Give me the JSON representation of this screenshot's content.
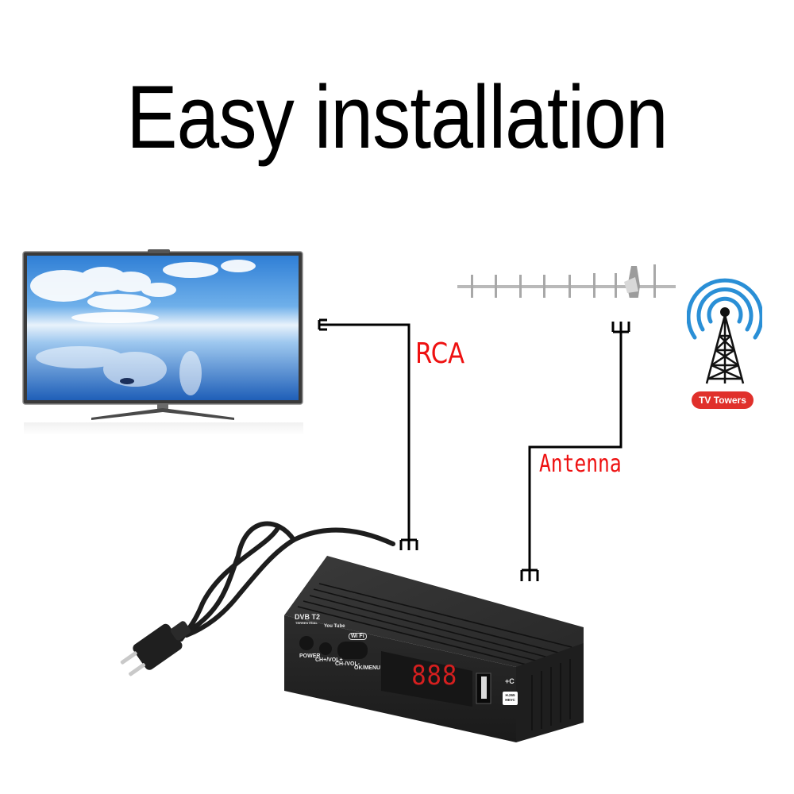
{
  "title": "Easy installation",
  "labels": {
    "rca": "RCA",
    "antenna": "Antenna",
    "tv_towers": "TV Towers"
  },
  "devices": {
    "tv": "tv-illustration",
    "antenna": "yagi-antenna-illustration",
    "tower": "broadcast-tower-icon",
    "set_top_box": "dvb-t2-receiver"
  },
  "set_top_box": {
    "brand_logo": "DVB T2",
    "brand_sub": "TERRESTRIAL",
    "youtube_badge": "You Tube",
    "wifi_badge": "Wi Fi",
    "buttons": [
      "POWER",
      "CH+/VOL+",
      "CH-/VOL-",
      "OK/MENU"
    ],
    "led_display": "888",
    "usb_label": "+C",
    "codec_badge_line1": "H.265",
    "codec_badge_line2": "HEVC"
  },
  "colors": {
    "label_red": "#ee1111",
    "tower_blue": "#2a8fd6",
    "badge_red": "#e0302b",
    "box_body": "#2b2b2b",
    "led_red": "#d41f1f"
  }
}
